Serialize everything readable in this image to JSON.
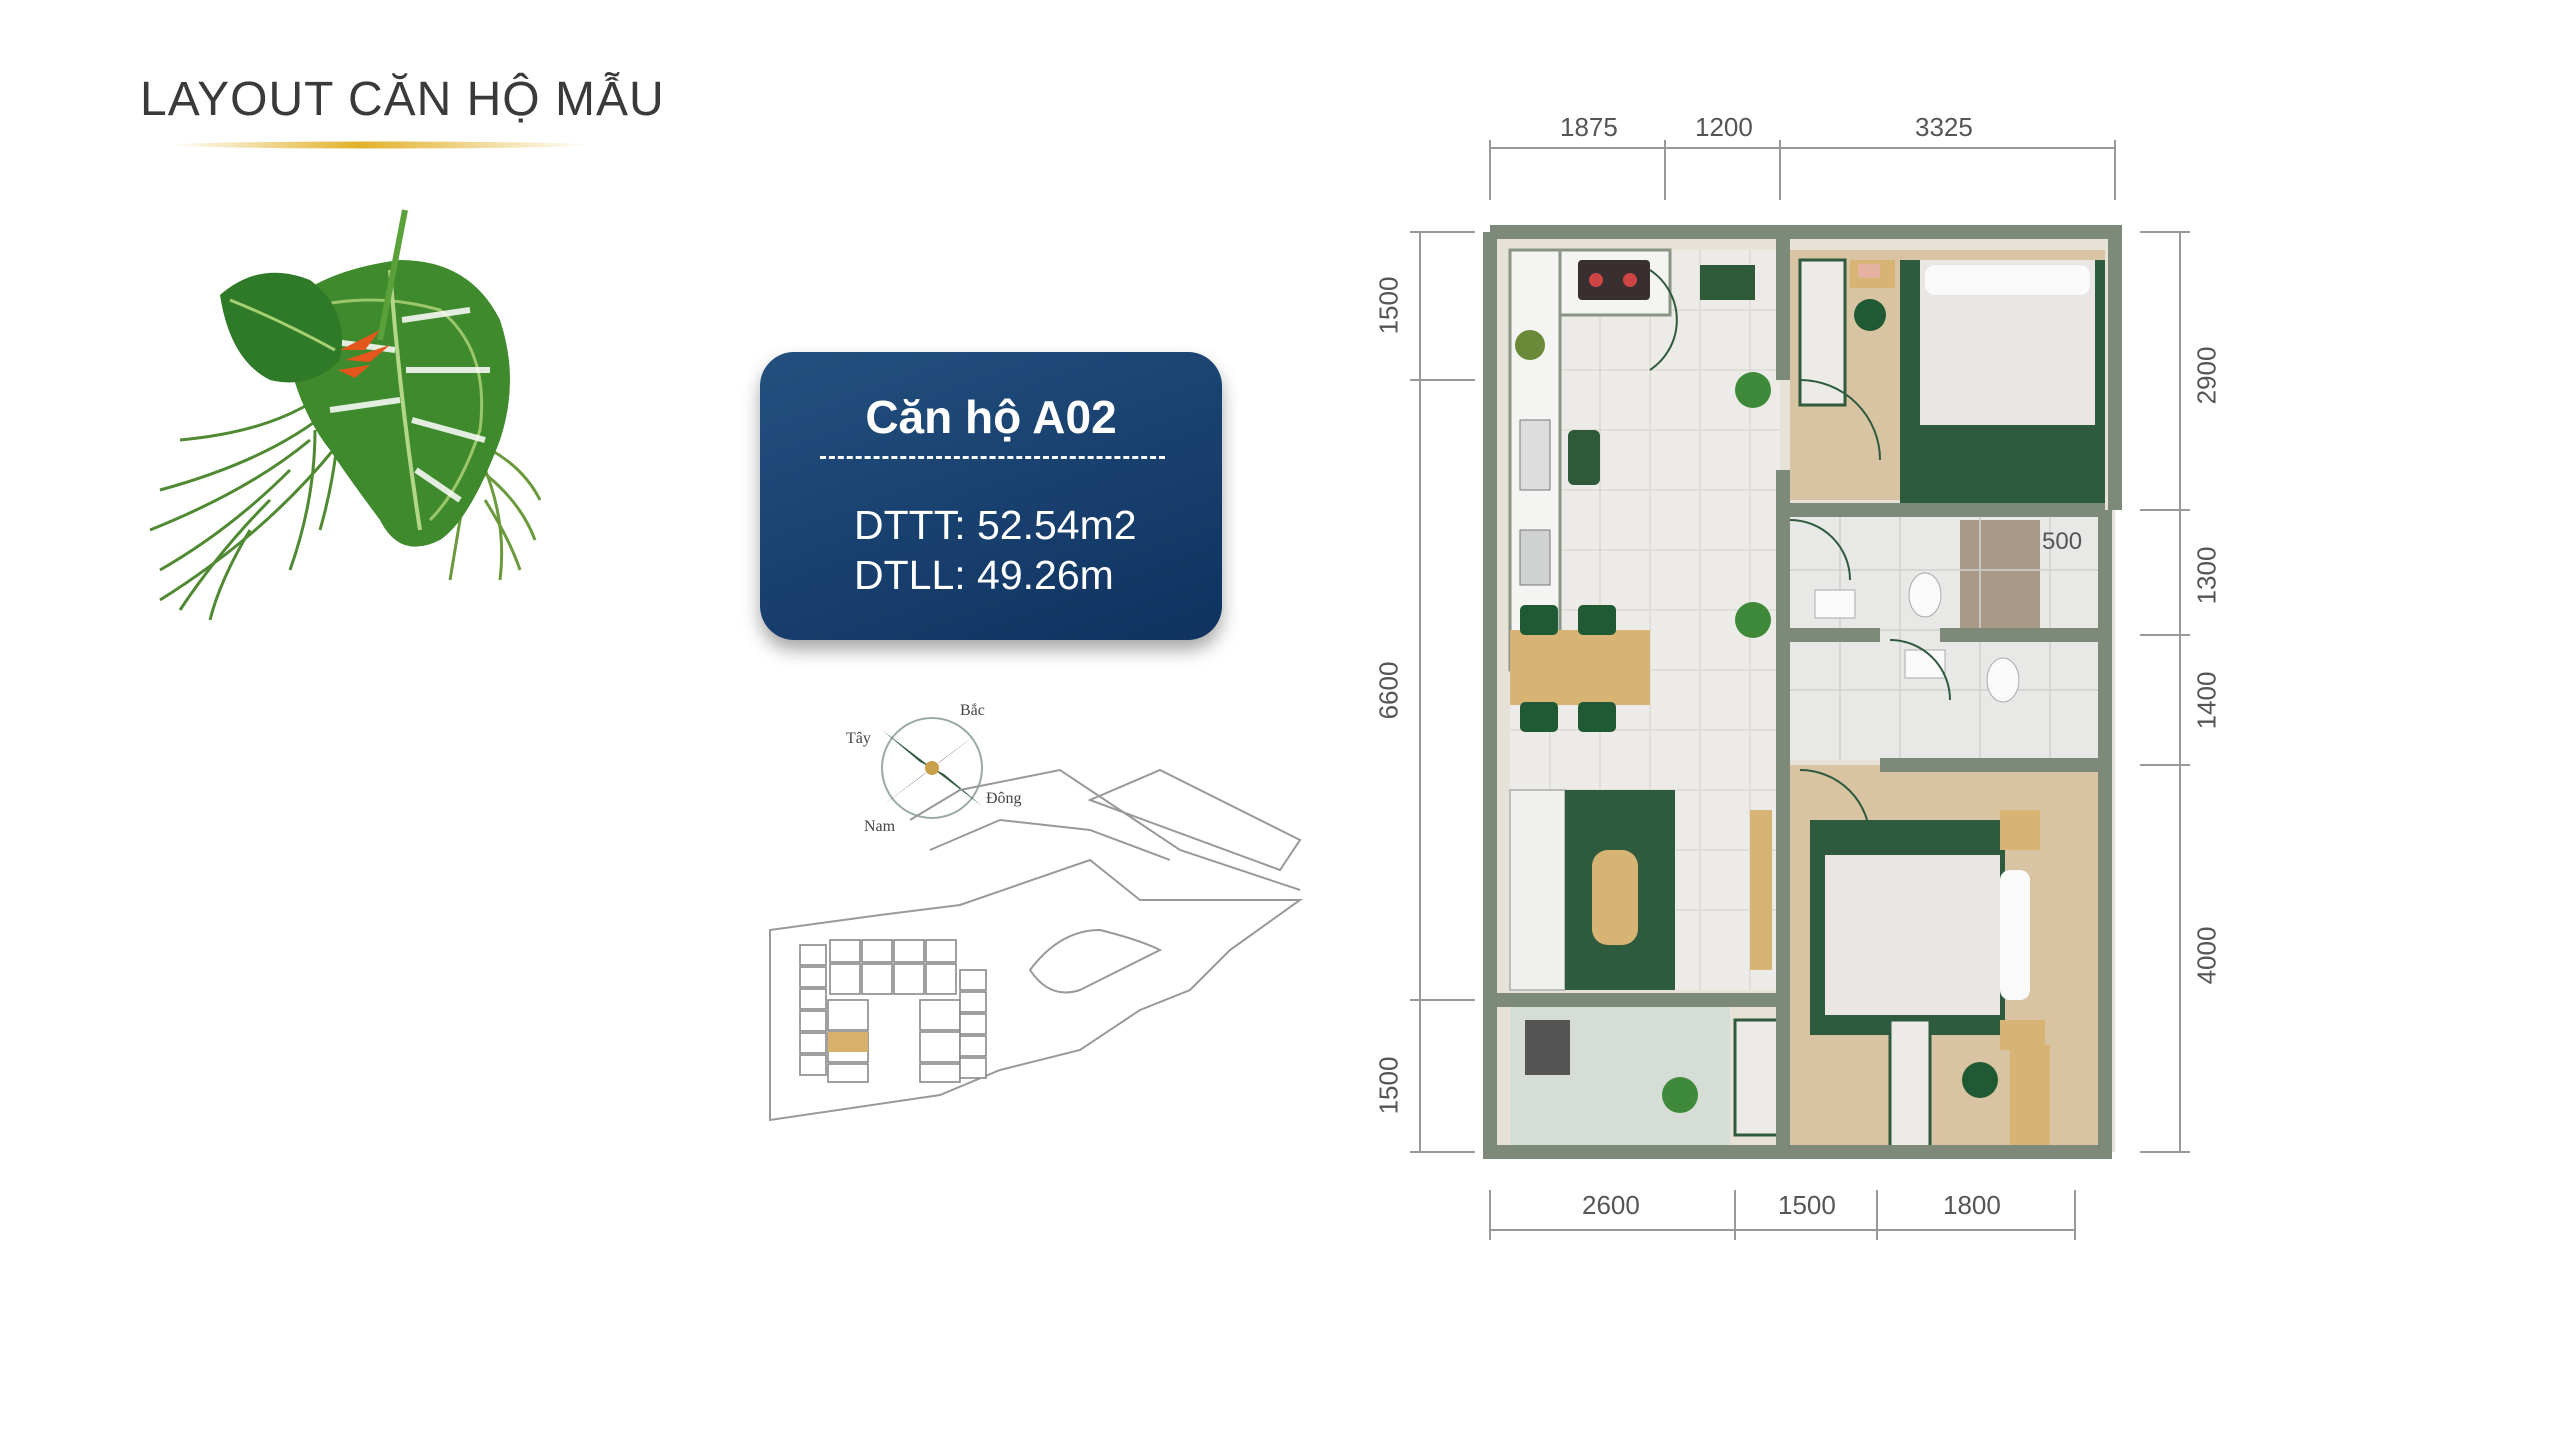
{
  "header": {
    "title": "LAYOUT CĂN HỘ MẪU"
  },
  "card": {
    "title": "Căn hộ A02",
    "separator": "------------------------",
    "area_1": "DTTT: 52.54m2",
    "area_2": "DTLL: 49.26m"
  },
  "compass": {
    "north": "Bắc",
    "west": "Tây",
    "east": "Đông",
    "south": "Nam"
  },
  "dimensions": {
    "top": [
      "1875",
      "1200",
      "3325"
    ],
    "bottom": [
      "2600",
      "1500",
      "1800"
    ],
    "left": [
      "1500",
      "6600",
      "1500"
    ],
    "right": [
      "2900",
      "1300",
      "1400",
      "4000"
    ],
    "side_note": "500"
  },
  "colors": {
    "card_bg": "#1c4675",
    "wall": "#7d8a7a",
    "floor_wood": "#d8c3a3",
    "floor_tile": "#ececea",
    "rug_green": "#2e5a3e",
    "accent_gold": "#e2b12a"
  }
}
